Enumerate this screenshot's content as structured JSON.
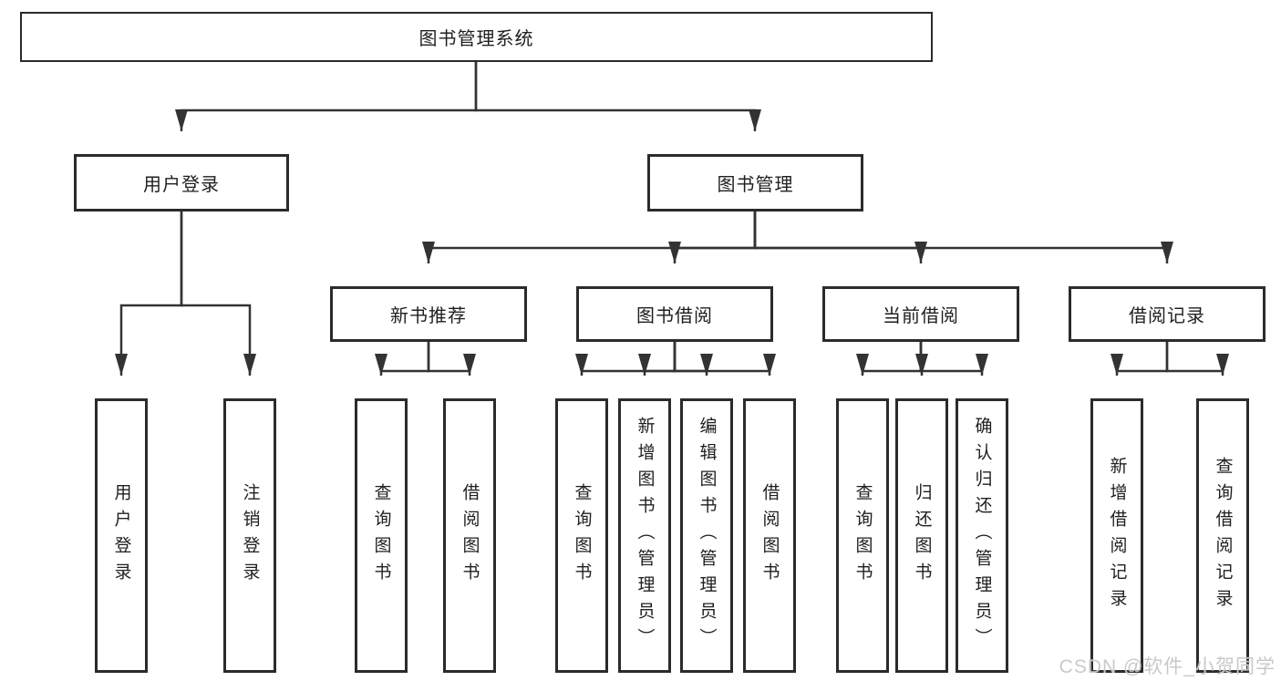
{
  "colors": {
    "background": "#ffffff",
    "line": "#333333",
    "box_border": "#2b2b2b",
    "text": "#1f1f1f",
    "watermark": "#c6c6c6"
  },
  "tree": {
    "label": "图书管理系统",
    "children": [
      {
        "label": "用户登录",
        "children": [
          {
            "label": "用户登录"
          },
          {
            "label": "注销登录"
          }
        ]
      },
      {
        "label": "图书管理",
        "children": [
          {
            "label": "新书推荐",
            "children": [
              {
                "label": "查询图书"
              },
              {
                "label": "借阅图书"
              }
            ]
          },
          {
            "label": "图书借阅",
            "children": [
              {
                "label": "查询图书"
              },
              {
                "label": "新增图书（管理员）"
              },
              {
                "label": "编辑图书（管理员）"
              },
              {
                "label": "借阅图书"
              }
            ]
          },
          {
            "label": "当前借阅",
            "children": [
              {
                "label": "查询图书"
              },
              {
                "label": "归还图书"
              },
              {
                "label": "确认归还（管理员）"
              }
            ]
          },
          {
            "label": "借阅记录",
            "children": [
              {
                "label": "新增借阅记录"
              },
              {
                "label": "查询借阅记录"
              }
            ]
          }
        ]
      }
    ]
  },
  "watermark": {
    "text": "CSDN @软件_小贺同学"
  }
}
